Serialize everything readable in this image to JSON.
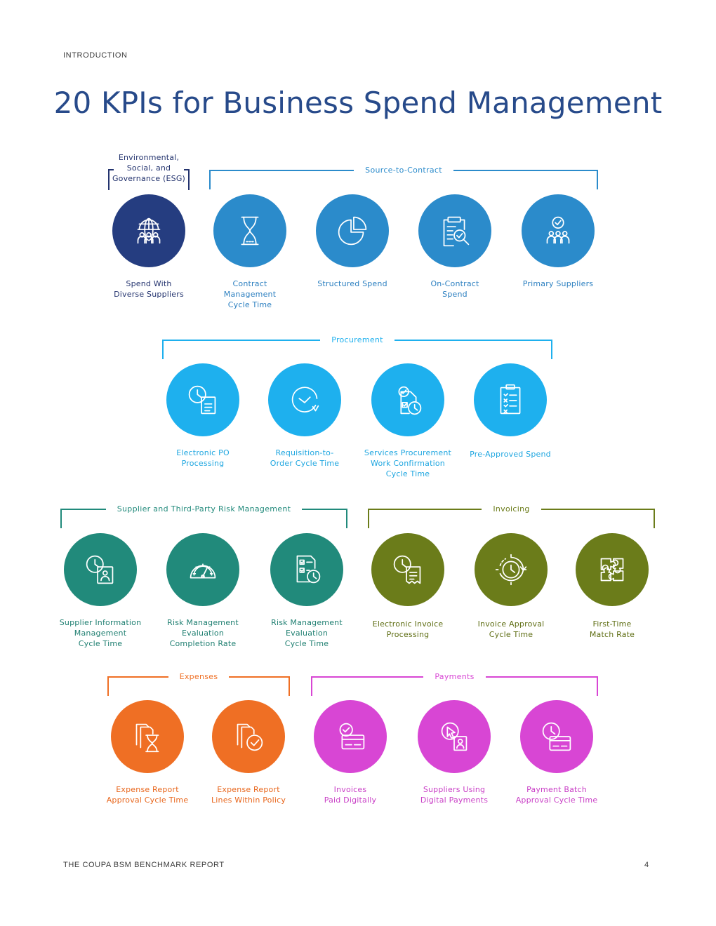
{
  "header": {
    "kicker": "INTRODUCTION",
    "title": "20 KPIs for Business Spend Management"
  },
  "footer": {
    "report": "THE COUPA BSM BENCHMARK REPORT",
    "page": "4"
  },
  "colors": {
    "esg": "#253d80",
    "source_to_contract": "#2b8bcb",
    "procurement": "#1eb0ee",
    "risk": "#218a7b",
    "invoicing": "#6b7c1a",
    "expenses": "#ef6f24",
    "payments": "#d846d4"
  },
  "groups": {
    "esg": "Environmental,\nSocial, and\nGovernance (ESG)",
    "source_to_contract": "Source-to-Contract",
    "procurement": "Procurement",
    "risk": "Supplier and Third-Party Risk Management",
    "invoicing": "Invoicing",
    "expenses": "Expenses",
    "payments": "Payments"
  },
  "kpis": [
    {
      "label": "Spend With\nDiverse Suppliers",
      "icon": "globe-people-icon"
    },
    {
      "label": "Contract\nManagement\nCycle Time",
      "icon": "hourglass-icon"
    },
    {
      "label": "Structured Spend",
      "icon": "pie-chart-icon"
    },
    {
      "label": "On-Contract\nSpend",
      "icon": "clipboard-magnifier-icon"
    },
    {
      "label": "Primary Suppliers",
      "icon": "people-check-icon"
    },
    {
      "label": "Electronic PO\nProcessing",
      "icon": "clock-document-icon"
    },
    {
      "label": "Requisition-to-\nOrder Cycle Time",
      "icon": "clock-arrow-icon"
    },
    {
      "label": "Services Procurement\nWork Confirmation\nCycle Time",
      "icon": "document-check-clock-icon"
    },
    {
      "label": "Pre-Approved Spend",
      "icon": "checklist-icon"
    },
    {
      "label": "Supplier Information\nManagement\nCycle Time",
      "icon": "clock-person-card-icon"
    },
    {
      "label": "Risk Management\nEvaluation\nCompletion Rate",
      "icon": "gauge-icon"
    },
    {
      "label": "Risk Management\nEvaluation\nCycle Time",
      "icon": "checklist-clock-icon"
    },
    {
      "label": "Electronic Invoice\nProcessing",
      "icon": "clock-invoice-icon"
    },
    {
      "label": "Invoice Approval\nCycle Time",
      "icon": "clock-cycle-icon"
    },
    {
      "label": "First-Time\nMatch Rate",
      "icon": "puzzle-icon"
    },
    {
      "label": "Expense Report\nApproval Cycle Time",
      "icon": "documents-hourglass-icon"
    },
    {
      "label": "Expense Report\nLines Within Policy",
      "icon": "documents-check-icon"
    },
    {
      "label": "Invoices\nPaid Digitally",
      "icon": "check-card-icon"
    },
    {
      "label": "Suppliers Using\nDigital Payments",
      "icon": "cursor-person-icon"
    },
    {
      "label": "Payment Batch\nApproval Cycle Time",
      "icon": "clock-card-icon"
    }
  ]
}
